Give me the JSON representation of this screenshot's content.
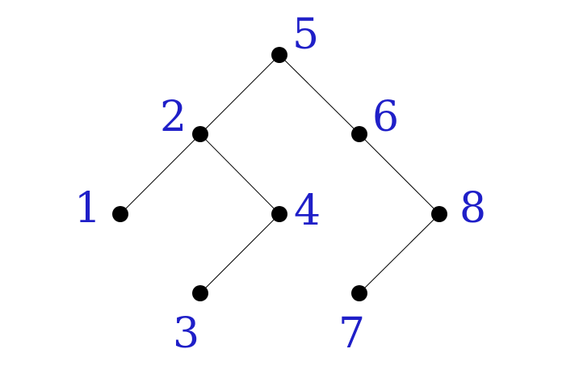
{
  "colors": {
    "label": "#1f1fc8",
    "node": "#000000",
    "edge": "#000000"
  },
  "nodes": [
    {
      "id": "n5",
      "label": "5"
    },
    {
      "id": "n2",
      "label": "2"
    },
    {
      "id": "n6",
      "label": "6"
    },
    {
      "id": "n1",
      "label": "1"
    },
    {
      "id": "n4",
      "label": "4"
    },
    {
      "id": "n8",
      "label": "8"
    },
    {
      "id": "n3",
      "label": "3"
    },
    {
      "id": "n7",
      "label": "7"
    }
  ],
  "edges": [
    {
      "from": "n5",
      "to": "n2"
    },
    {
      "from": "n5",
      "to": "n6"
    },
    {
      "from": "n2",
      "to": "n1"
    },
    {
      "from": "n2",
      "to": "n4"
    },
    {
      "from": "n4",
      "to": "n3"
    },
    {
      "from": "n6",
      "to": "n8"
    },
    {
      "from": "n8",
      "to": "n7"
    }
  ]
}
